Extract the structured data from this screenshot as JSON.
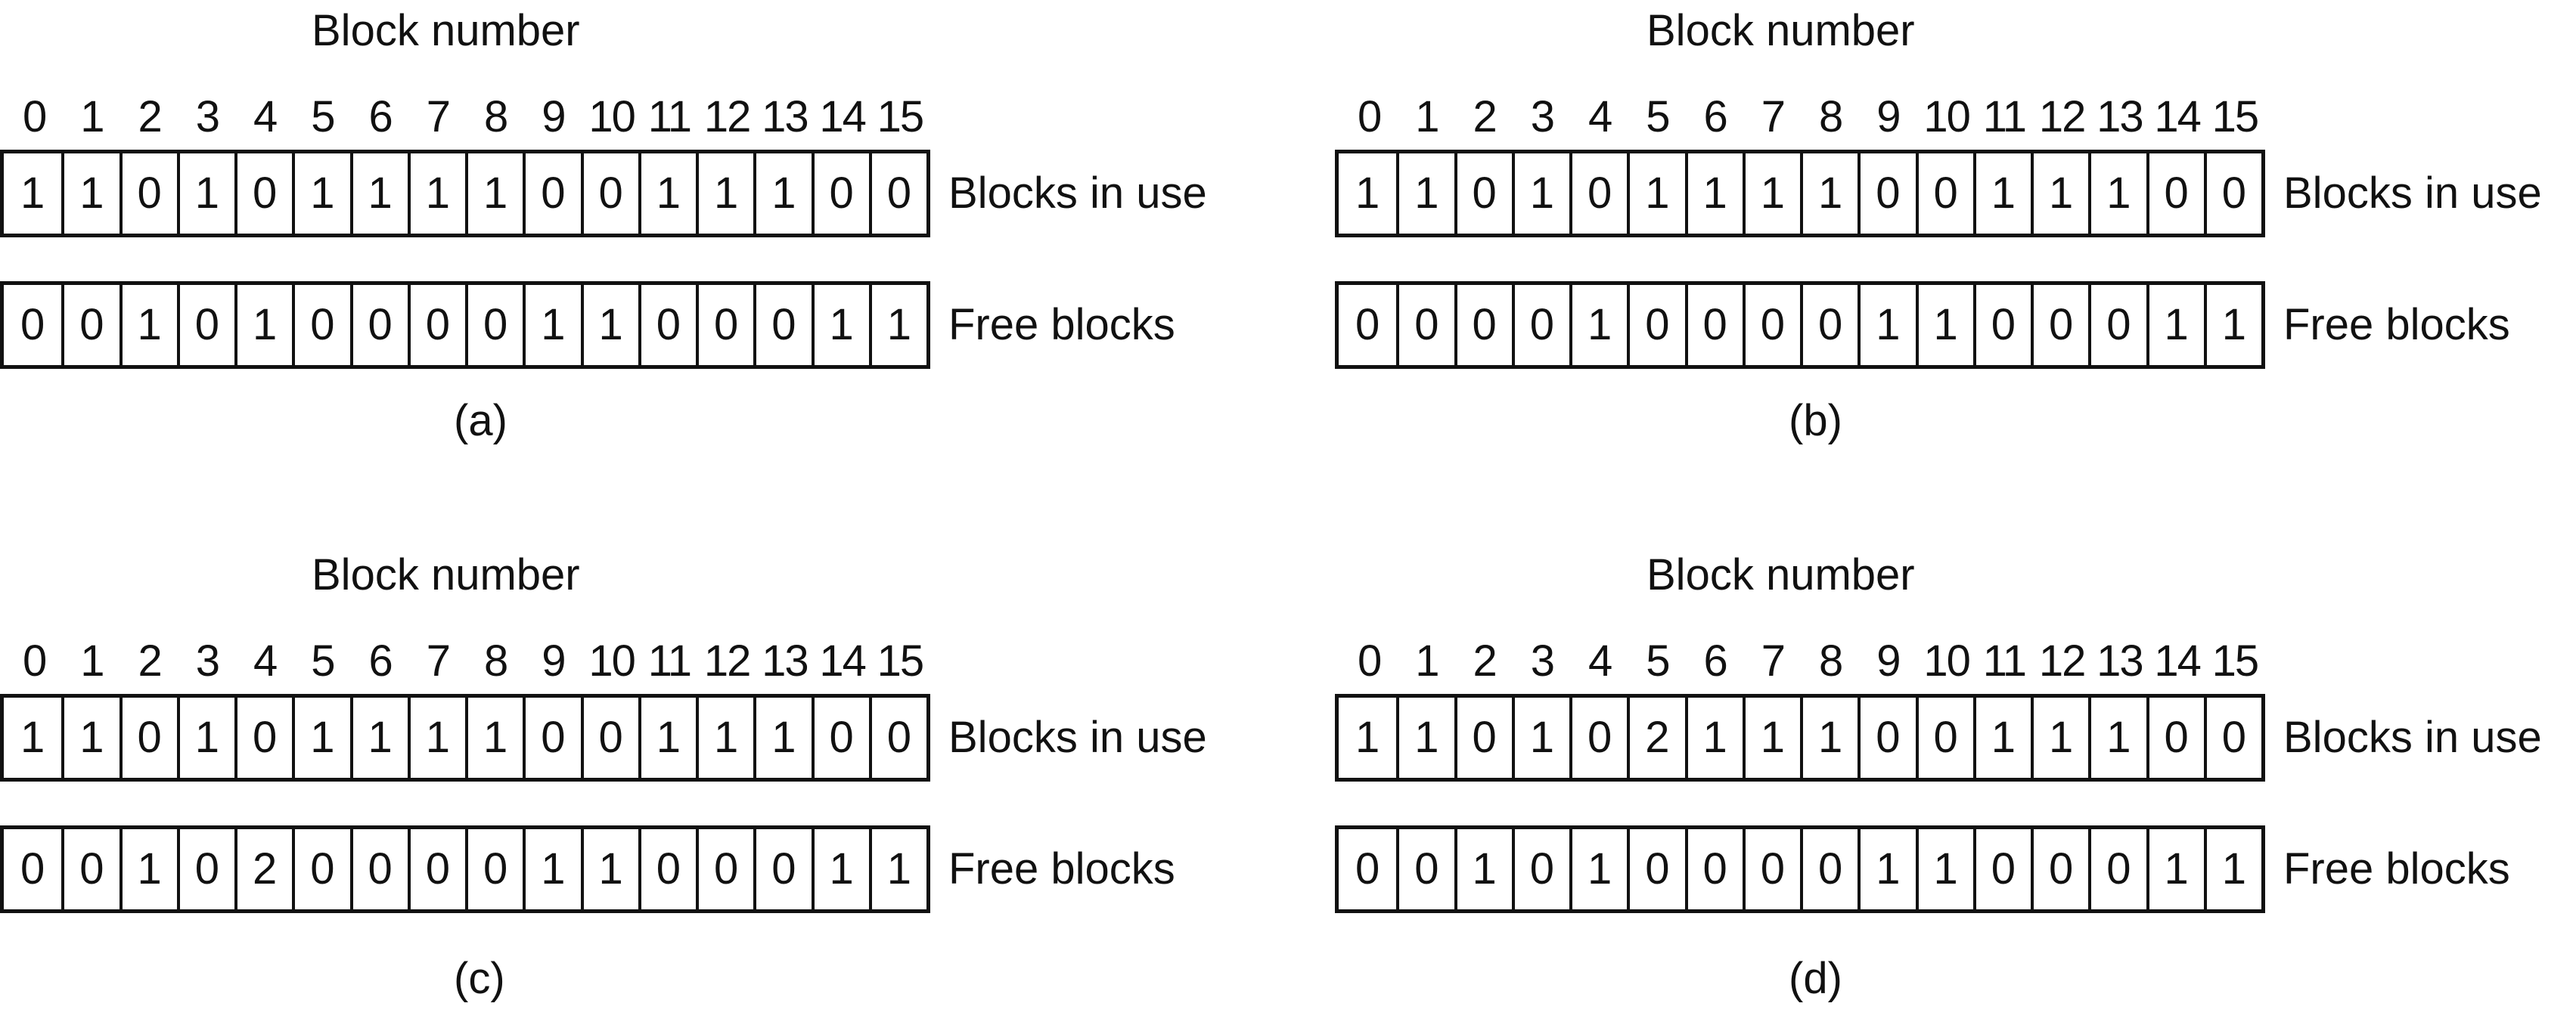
{
  "figure": {
    "panels": [
      {
        "caption": "(a)",
        "title": "Block number",
        "block_numbers": [
          "0",
          "1",
          "2",
          "3",
          "4",
          "5",
          "6",
          "7",
          "8",
          "9",
          "10",
          "11",
          "12",
          "13",
          "14",
          "15"
        ],
        "blocks_in_use_label": "Blocks in use",
        "blocks_in_use": [
          "1",
          "1",
          "0",
          "1",
          "0",
          "1",
          "1",
          "1",
          "1",
          "0",
          "0",
          "1",
          "1",
          "1",
          "0",
          "0"
        ],
        "free_blocks_label": "Free blocks",
        "free_blocks": [
          "0",
          "0",
          "1",
          "0",
          "1",
          "0",
          "0",
          "0",
          "0",
          "1",
          "1",
          "0",
          "0",
          "0",
          "1",
          "1"
        ]
      },
      {
        "caption": "(b)",
        "title": "Block number",
        "block_numbers": [
          "0",
          "1",
          "2",
          "3",
          "4",
          "5",
          "6",
          "7",
          "8",
          "9",
          "10",
          "11",
          "12",
          "13",
          "14",
          "15"
        ],
        "blocks_in_use_label": "Blocks in use",
        "blocks_in_use": [
          "1",
          "1",
          "0",
          "1",
          "0",
          "1",
          "1",
          "1",
          "1",
          "0",
          "0",
          "1",
          "1",
          "1",
          "0",
          "0"
        ],
        "free_blocks_label": "Free blocks",
        "free_blocks": [
          "0",
          "0",
          "0",
          "0",
          "1",
          "0",
          "0",
          "0",
          "0",
          "1",
          "1",
          "0",
          "0",
          "0",
          "1",
          "1"
        ]
      },
      {
        "caption": "(c)",
        "title": "Block number",
        "block_numbers": [
          "0",
          "1",
          "2",
          "3",
          "4",
          "5",
          "6",
          "7",
          "8",
          "9",
          "10",
          "11",
          "12",
          "13",
          "14",
          "15"
        ],
        "blocks_in_use_label": "Blocks in use",
        "blocks_in_use": [
          "1",
          "1",
          "0",
          "1",
          "0",
          "1",
          "1",
          "1",
          "1",
          "0",
          "0",
          "1",
          "1",
          "1",
          "0",
          "0"
        ],
        "free_blocks_label": "Free blocks",
        "free_blocks": [
          "0",
          "0",
          "1",
          "0",
          "2",
          "0",
          "0",
          "0",
          "0",
          "1",
          "1",
          "0",
          "0",
          "0",
          "1",
          "1"
        ]
      },
      {
        "caption": "(d)",
        "title": "Block number",
        "block_numbers": [
          "0",
          "1",
          "2",
          "3",
          "4",
          "5",
          "6",
          "7",
          "8",
          "9",
          "10",
          "11",
          "12",
          "13",
          "14",
          "15"
        ],
        "blocks_in_use_label": "Blocks in use",
        "blocks_in_use": [
          "1",
          "1",
          "0",
          "1",
          "0",
          "2",
          "1",
          "1",
          "1",
          "0",
          "0",
          "1",
          "1",
          "1",
          "0",
          "0"
        ],
        "free_blocks_label": "Free blocks",
        "free_blocks": [
          "0",
          "0",
          "1",
          "0",
          "1",
          "0",
          "0",
          "0",
          "0",
          "1",
          "1",
          "0",
          "0",
          "0",
          "1",
          "1"
        ]
      }
    ]
  }
}
